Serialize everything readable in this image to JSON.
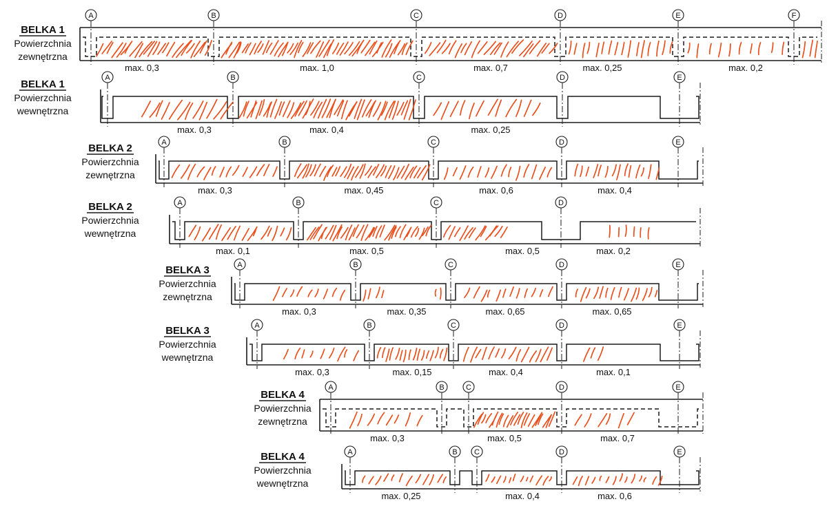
{
  "colors": {
    "crack": "#e8501e",
    "line": "#1a1a1a"
  },
  "beams": [
    {
      "title": "BELKA 1",
      "surface": [
        "Powierzchnia",
        "zewnętrzna"
      ],
      "dashed": true,
      "axes": [
        "A",
        "B",
        "C",
        "D",
        "E",
        "F"
      ],
      "widths": [
        "max. 0,3",
        "max. 1,0",
        "max. 0,7",
        "max. 0,25",
        "max. 0,2"
      ]
    },
    {
      "title": "BELKA 1",
      "surface": [
        "Powierzchnia",
        "wewnętrzna"
      ],
      "dashed": false,
      "axes": [
        "A",
        "B",
        "C",
        "D",
        "E"
      ],
      "widths": [
        "max. 0,3",
        "max. 0,4",
        "max. 0,25"
      ]
    },
    {
      "title": "BELKA 2",
      "surface": [
        "Powierzchnia",
        "zewnętrzna"
      ],
      "dashed": false,
      "axes": [
        "A",
        "B",
        "C",
        "D",
        "E"
      ],
      "widths": [
        "max. 0,3",
        "max. 0,45",
        "max. 0,6",
        "max. 0,4"
      ]
    },
    {
      "title": "BELKA 2",
      "surface": [
        "Powierzchnia",
        "wewnętrzna"
      ],
      "dashed": false,
      "axes": [
        "A",
        "B",
        "C",
        "D"
      ],
      "widths": [
        "max. 0,1",
        "max. 0,5",
        "max. 0,5",
        "max. 0,2"
      ]
    },
    {
      "title": "BELKA 3",
      "surface": [
        "Powierzchnia",
        "zewnętrzna"
      ],
      "dashed": false,
      "axes": [
        "A",
        "B",
        "C",
        "D",
        "E"
      ],
      "widths": [
        "max. 0,3",
        "max. 0,35",
        "max. 0,65",
        "max. 0,65"
      ]
    },
    {
      "title": "BELKA 3",
      "surface": [
        "Powierzchnia",
        "wewnętrzna"
      ],
      "dashed": false,
      "axes": [
        "A",
        "B",
        "C",
        "D",
        "E"
      ],
      "widths": [
        "max. 0,3",
        "max. 0,15",
        "max. 0,4",
        "max. 0,1"
      ]
    },
    {
      "title": "BELKA 4",
      "surface": [
        "Powierzchnia",
        "zewnętrzna"
      ],
      "dashed": true,
      "axes": [
        "A",
        "B",
        "C",
        "D",
        "E"
      ],
      "widths": [
        "max. 0,3",
        "max. 0,5",
        "max. 0,7"
      ]
    },
    {
      "title": "BELKA 4",
      "surface": [
        "Powierzchnia",
        "wewnętrzna"
      ],
      "dashed": false,
      "axes": [
        "A",
        "B",
        "C",
        "D",
        "E"
      ],
      "widths": [
        "max. 0,25",
        "max. 0,4",
        "max. 0,6"
      ]
    }
  ]
}
